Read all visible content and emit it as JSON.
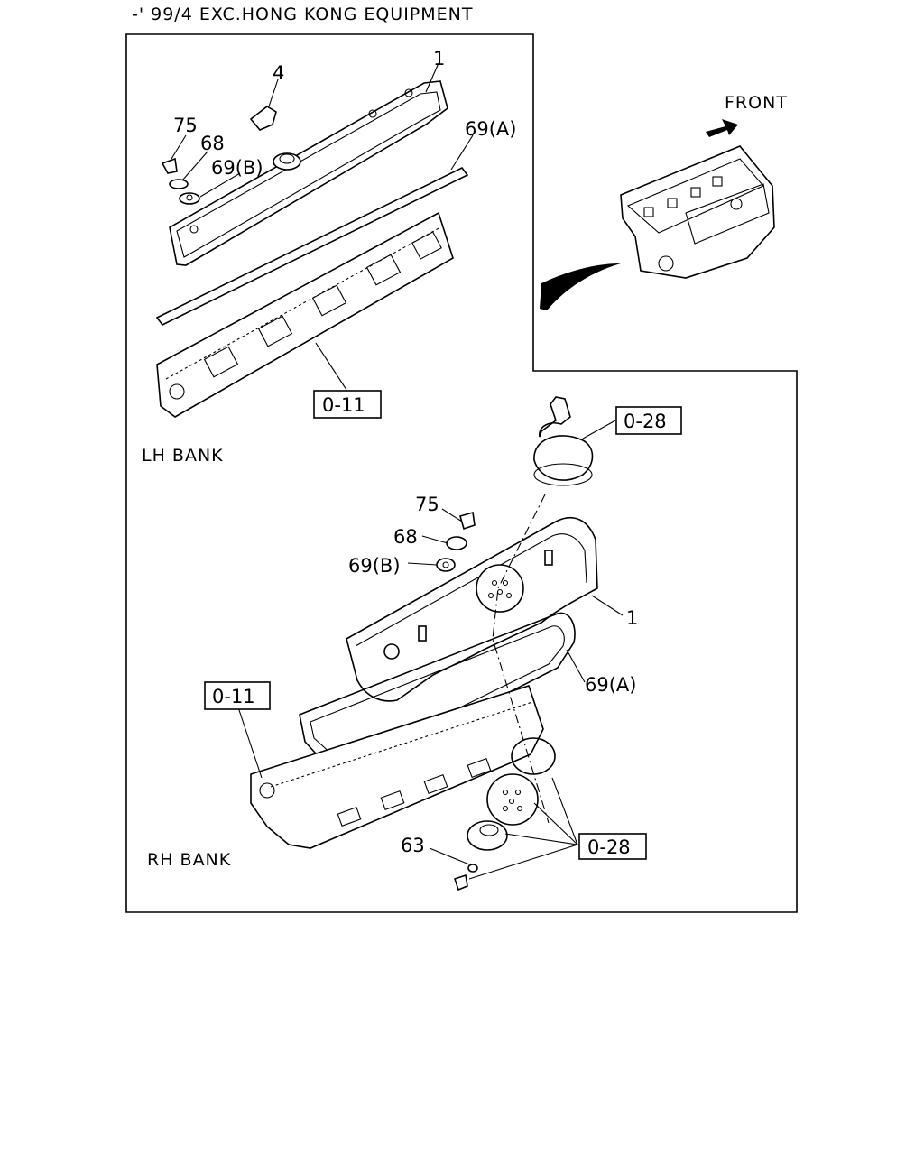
{
  "header": {
    "caption": "-' 99/4 EXC.HONG KONG EQUIPMENT"
  },
  "inset": {
    "front_label": "FRONT"
  },
  "lh_bank": {
    "bank_label": "LH BANK",
    "callouts": {
      "cover": "1",
      "cap": "4",
      "bolt": "75",
      "washer": "68",
      "seal": "69(B)",
      "gasket": "69(A)"
    },
    "ref_box": "0-11"
  },
  "rh_bank": {
    "bank_label": "RH BANK",
    "callouts": {
      "bolt": "75",
      "washer": "68",
      "seal": "69(B)",
      "cover": "1",
      "gasket": "69(A)",
      "clip": "63"
    },
    "ref_box_head": "0-11",
    "ref_box_breather": "0-28",
    "ref_box_parts": "0-28"
  },
  "colors": {
    "line": "#000000",
    "background": "#ffffff"
  }
}
